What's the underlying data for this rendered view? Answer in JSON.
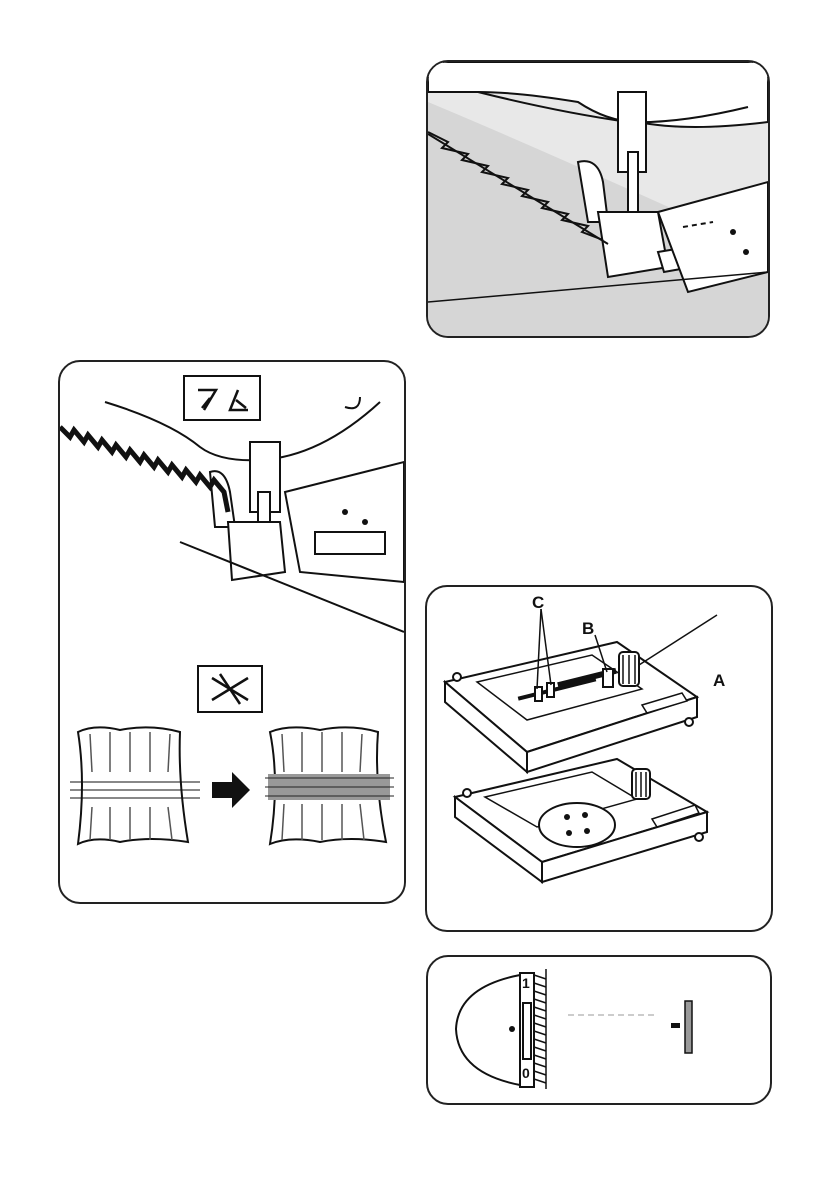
{
  "figures": {
    "hem": {},
    "zigzag": {},
    "buttonhole_foot": {
      "labels": {
        "a": "A",
        "b": "B",
        "c": "C"
      }
    },
    "scale": {
      "top_number": "1",
      "bottom_number": "0"
    }
  },
  "colors": {
    "ink": "#111111",
    "fabric": "#d9d9d9",
    "background": "#ffffff"
  }
}
